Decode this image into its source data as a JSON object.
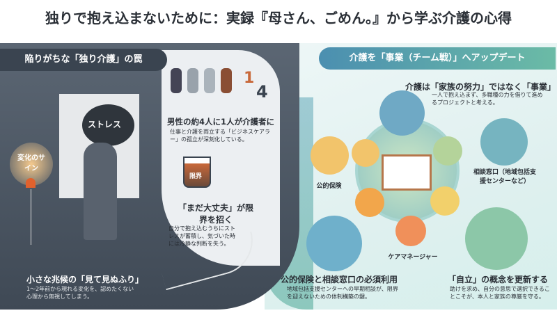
{
  "title": "独りで抱え込まないために：実録『母さん、ごめん。』から学ぶ介護の心得",
  "left": {
    "header": "陥りがちな「独り介護」の罠",
    "stress_label": "ストレス",
    "sign_label": "変化のサイン",
    "fraction": {
      "numerator": "1",
      "denominator": "4"
    },
    "stat": {
      "heading": "男性の約4人に1人が介護者に",
      "body": "仕事と介護を両立する「ビジネスケアラー」の孤立が深刻化している。"
    },
    "limit": {
      "tag": "限界",
      "heading": "「まだ大丈夫」が限界を招く",
      "body": "自分で抱え込むうちにストレスが蓄積し、気づいた時には冷静な判断を失う。"
    },
    "ignore": {
      "heading": "小さな兆候の「見て見ぬふり」",
      "body": "1〜2年前から現れる変化を、認めたくない心理から無視してしまう。"
    }
  },
  "right": {
    "header": "介護を「事業（チーム戦）」へアップデート",
    "business": {
      "heading": "介護は「家族の努力」ではなく「事業」",
      "body": "一人で抱え込まず、多職種の力を借りて進めるプロジェクトと考える。"
    },
    "nodes": {
      "insurance": "公的保険",
      "consult": "相談窓口（地域包括支援センターなど）",
      "care_manager": "ケアマネージャー"
    },
    "public": {
      "heading": "公的保険と相談窓口の必須利用",
      "body": "地域包括支援センターへの早期相談が、限界を迎えないための体制構築の鍵。"
    },
    "autonomy": {
      "heading": "「自立」の概念を更新する",
      "body": "助けを求め、自分の意思で選択できることこそが、本人と家族の尊厳を守る。"
    }
  },
  "colors": {
    "dark": "#3a4450",
    "teal": "#6bbba6",
    "accent": "#c8683a"
  }
}
